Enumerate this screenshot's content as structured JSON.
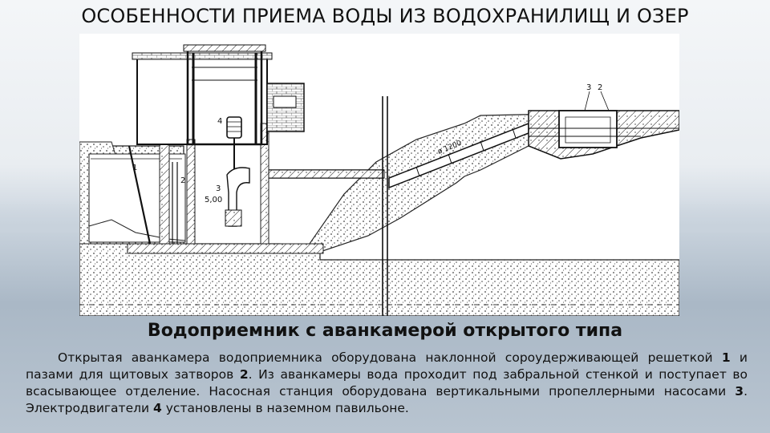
{
  "slide": {
    "title": "ОСОБЕННОСТИ ПРИЕМА ВОДЫ ИЗ ВОДОХРАНИЛИЩ И ОЗЕР",
    "caption": "Водоприемник с аванкамерой открытого типа",
    "description": [
      {
        "text": "Открытая аванкамера водоприемника оборудована наклонной сороудерживающей решеткой ",
        "bold": false
      },
      {
        "text": "1",
        "bold": true
      },
      {
        "text": " и пазами для щитовых затворов ",
        "bold": false
      },
      {
        "text": "2",
        "bold": true
      },
      {
        "text": ". Из аванкамеры вода проходит под забральной стенкой и поступает во всасывающее отделение. Насосная станция оборудована вертикальными пропеллерными насосами ",
        "bold": false
      },
      {
        "text": "3",
        "bold": true
      },
      {
        "text": ". Электродвигатели ",
        "bold": false
      },
      {
        "text": "4",
        "bold": true
      },
      {
        "text": " установлены в наземном павильоне.",
        "bold": false
      }
    ]
  },
  "drawing": {
    "labels": {
      "level": "5,00",
      "pipe_diameter": "ø 1200",
      "mark_4": "4",
      "mark_3": "3",
      "mark_2": "2",
      "mark_1": "1",
      "mark_top_3": "3",
      "mark_top_2": "2"
    }
  },
  "colors": {
    "ink": "#1a1a1a",
    "hatch": "#555555",
    "water": "#ffffff"
  }
}
